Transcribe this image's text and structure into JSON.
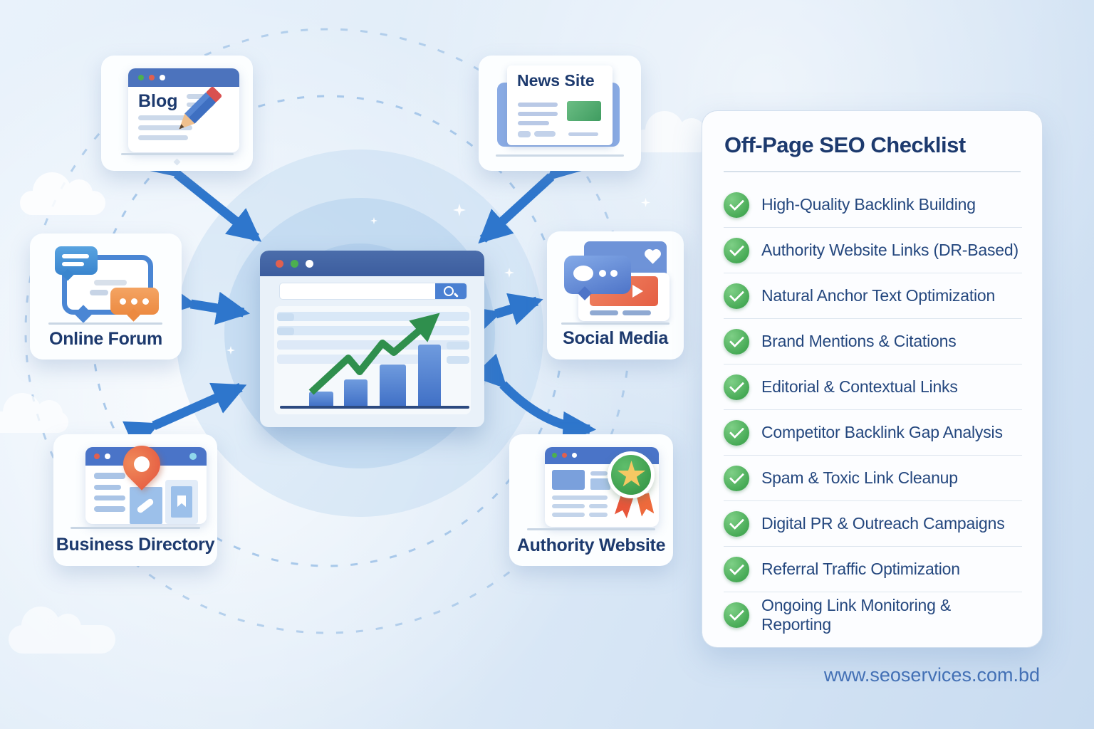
{
  "checklist": {
    "title": "Off-Page SEO Checklist",
    "items": [
      "High-Quality Backlink Building",
      "Authority Website Links (DR-Based)",
      "Natural Anchor Text Optimization",
      "Brand Mentions & Citations",
      "Editorial & Contextual Links",
      "Competitor Backlink Gap Analysis",
      "Spam & Toxic Link Cleanup",
      "Digital PR & Outreach Campaigns",
      "Referral Traffic Optimization",
      "Ongoing Link Monitoring & Reporting"
    ]
  },
  "nodes": {
    "blog": {
      "label": "Blog"
    },
    "news": {
      "label": "News Site"
    },
    "forum": {
      "label": "Online Forum"
    },
    "social": {
      "label": "Social Media"
    },
    "directory": {
      "label": "Business Directory"
    },
    "authority": {
      "label": "Authority Website"
    }
  },
  "footer": {
    "website": "www.seoservices.com.bd"
  },
  "colors": {
    "arrow_blue": "#2e76cc",
    "navy_text": "#1d3a6e",
    "item_text": "#24477e",
    "check_green": "#46aa54",
    "growth_green": "#2f8f4d",
    "bar_blue": "#4674c9",
    "accent_orange": "#ec8a41",
    "pin_red": "#e4573f"
  }
}
